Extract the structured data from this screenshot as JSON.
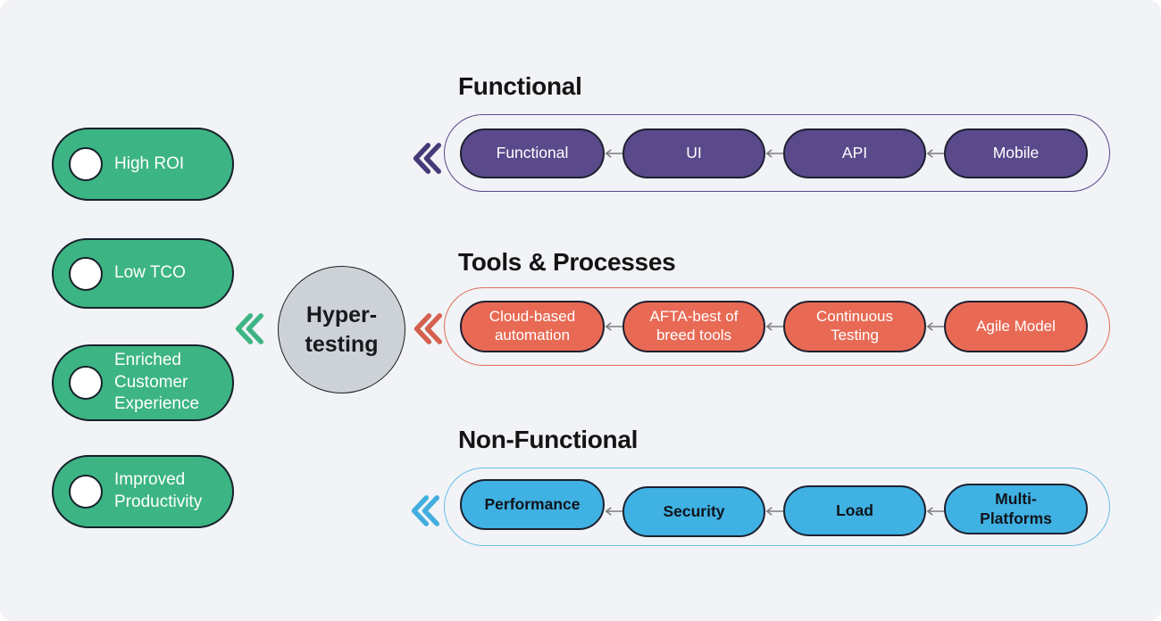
{
  "palette": {
    "background": "#f1f3f6",
    "benefit_fill": "#3cb483",
    "benefit_text": "#ffffff",
    "benefit_chevron": "#3cb483",
    "hub_fill": "#cdd2d8",
    "hub_text": "#17191c",
    "arrow_color": "#7d7d7d",
    "title_color": "#141414"
  },
  "hub": {
    "line1": "Hyper-",
    "line2": "testing"
  },
  "benefits": [
    {
      "label": "High ROI"
    },
    {
      "label": "Low TCO"
    },
    {
      "label": "Enriched Customer Experience"
    },
    {
      "label": "Improved Productivity"
    }
  ],
  "rows": [
    {
      "title": "Functional",
      "pill_fill": "#5a4a8c",
      "pill_text": "#ffffff",
      "container_border": "#564a8a",
      "chevron": "#453a78",
      "items": [
        "Functional",
        "UI",
        "API",
        "Mobile"
      ]
    },
    {
      "title": "Tools & Processes",
      "pill_fill": "#e86a55",
      "pill_text": "#ffffff",
      "container_border": "#df6c58",
      "chevron": "#d5604e",
      "items": [
        "Cloud-based automation",
        "AFTA-best of breed tools",
        "Continuous Testing",
        "Agile Model"
      ]
    },
    {
      "title": "Non-Functional",
      "pill_fill": "#3fb1e3",
      "pill_text": "#10141c",
      "container_border": "#66bde8",
      "chevron": "#41aede",
      "items": [
        "Performance",
        "Security",
        "Load",
        "Multi-Platforms"
      ]
    }
  ]
}
